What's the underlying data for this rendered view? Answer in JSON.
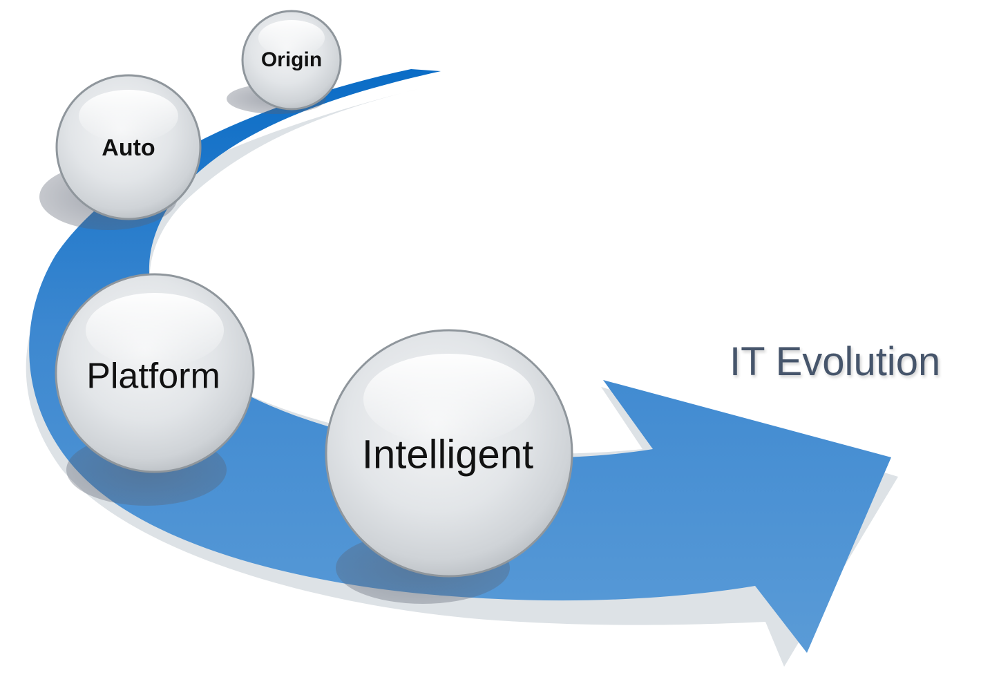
{
  "title": "IT Evolution",
  "stages": [
    {
      "label": "Origin"
    },
    {
      "label": "Auto"
    },
    {
      "label": "Platform"
    },
    {
      "label": "Intelligent"
    }
  ],
  "colors": {
    "arrow_dark": "#0a6cc6",
    "arrow_light": "#4f97d6",
    "arrow_shadow": "#dde2e6",
    "sphere_fill": "#e4e7ea",
    "sphere_rim": "#8f969c",
    "title": "#46556b"
  }
}
